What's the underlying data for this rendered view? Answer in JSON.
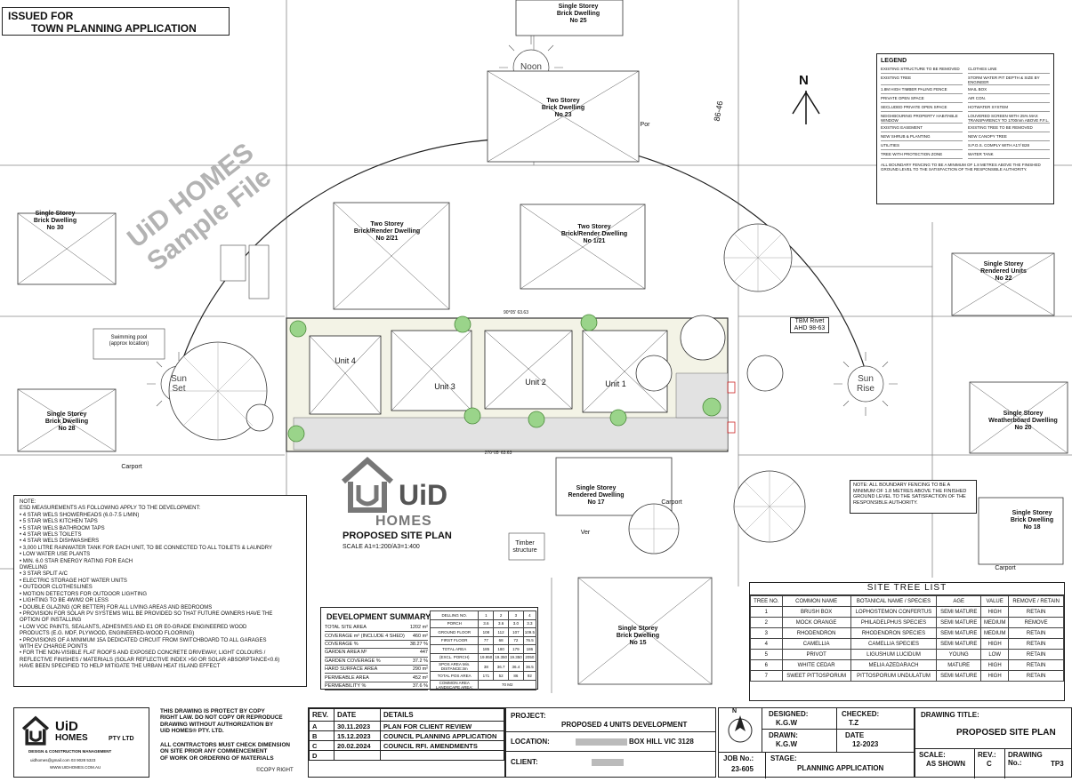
{
  "issued": {
    "line1": "ISSUED FOR",
    "line2": "TOWN PLANNING APPLICATION"
  },
  "watermark": "UiD HOMES\nSample  File",
  "sun": {
    "noon": "Noon",
    "set": "Sun\nSet",
    "rise": "Sun\nRise"
  },
  "north": "N",
  "bearing": "86-46",
  "labels": {
    "no25": "Single Storey\nBrick Dwelling\nNo 25",
    "no23": "Two Storey\nBrick Dwelling\nNo 23",
    "no30": "Single Storey\nBrick Dwelling\nNo 30",
    "no2_21": "Two Storey\nBrick/Render Dwelling\nNo 2/21",
    "no1_21": "Two Storey\nBrick/Render Dwelling\nNo 1/21",
    "no22": "Single Storey\nRendered Units\nNo 22",
    "no28": "Single Storey\nBrick Dwelling\nNo 28",
    "no20": "Single Storey\nWeatherboard Dwelling\nNo 20",
    "no17": "Single Storey\nRendered Dwelling\nNo 17",
    "no18": "Single Storey\nBrick Dwelling\nNo 18",
    "no15": "Single Storey\nBrick Dwelling\nNo 15",
    "unit1": "Unit 1",
    "unit2": "Unit 2",
    "unit3": "Unit 3",
    "unit4": "Unit 4",
    "pool": "Swimming pool\n(approx location)",
    "carport_w": "Carport",
    "carport_e": "Carport",
    "carport_s": "Carport",
    "timber": "Timber\nstructure",
    "tbm": "TBM Rivet\nAHD 98-63",
    "dim_n": "90°05'   63.63",
    "dim_s": "270°05'   63.63",
    "ver": "Ver",
    "por": "Por"
  },
  "legend": {
    "title": "LEGEND",
    "items": [
      "EXISTING STRUCTURE TO BE REMOVED",
      "CLOTHES LINE",
      "EXISTING TREE",
      "STORM WATER PIT DEPTH & SIZE BY ENGINEER",
      "1.8M HIGH TIMBER PALING FENCE",
      "MAIL BOX",
      "PRIVATE OPEN SPACE",
      "AIR CON.",
      "SECLUDED PRIVATE OPEN SPACE",
      "HOTWATER SYSTEM",
      "NEIGHBOURING PROPERTY HABITABLE WINDOW",
      "LOUVERED SCREEN WITH 25% MAX TRANSPARENCY TO 1700mm ABOVE F.F.L.",
      "EXISTING EASEMENT",
      "EXISTING TREE TO BE REMOVED",
      "NEW SHRUB & PLANTING",
      "NEW CANOPY TREE",
      "UTILITIES",
      "S.P.O.S. COMPLY WITH A17/ B28",
      "TREE WITH PROTECTION ZONE",
      "WATER TANK"
    ],
    "note": "ALL BOUNDARY FENCING TO BE A MINIMUM OF 1.8 METRES ABOVE THE FINISHED GROUND LEVEL TO THE SATISFACTION OF THE RESPONSIBLE AUTHORITY."
  },
  "note_main": {
    "text": "NOTE:\nESD MEASUREMENTS AS FOLLOWING APPLY TO THE DEVELOPMENT:\n• 4 STAR WELS SHOWERHEADS (6.0-7.5 L/MIN)\n• 5 STAR WELS KITCHEN TAPS\n• 5 STAR WELS BATHROOM TAPS\n• 4 STAR WELS TOILETS\n• 4 STAR WELS DISHWASHERS\n• 3,000 LITRE RAINWATER TANK FOR EACH UNIT, TO BE CONNECTED TO ALL TOILETS & LAUNDRY\n• LOW WATER USE PLANTS\n• MIN. 6.0 STAR ENERGY RATING FOR EACH\n   DWELLING\n• 3 STAR SPLIT A/C\n• ELECTRIC STORAGE HOT WATER UNITS\n• OUTDOOR CLOTHESLINES\n• MOTION DETECTORS FOR OUTDOOR LIGHTING\n• LIGHTING TO BE 4W/M2 OR LESS\n• DOUBLE GLAZING (OR BETTER) FOR ALL LIVING   AREAS AND BEDROOMS\n• PROVISION FOR SOLAR PV SYSTEMS WILL BE PROVIDED SO THAT FUTURE OWNERS HAVE THE\n   OPTION OF INSTALLING\n• LOW VOC PAINTS, SEALANTS, ADHESIVES AND   E1 OR E0-GRADE ENGINEERED WOOD\n   PRODUCTS (E.G. MDF, PLYWOOD,  ENGINEERED-WOOD FLOORING)\n• PROVISIONS OF A MINIMUM 15A DEDICATED CIRCUIT FROM SWITCHBOARD TO ALL GARAGES\n   WITH EV CHARGE POINTS\n• FOR THE NON-VISIBLE FLAT ROOFS AND EXPOSED CONCRETE DRIVEWAY, LIGHT COLOURS /\n   REFLECTIVE FINISHES / MATERIALS (SOLAR REFLECTIVE INDEX >50 OR SOLAR ABSORPTANCE<0.6)\n   HAVE BEEN SPECIFIED TO HELP MITIGATE THE URBAN HEAT ISLAND EFFECT"
  },
  "note_fence": "NOTE:\nALL BOUNDARY FENCING TO BE A MINIMUM OF 1.8 METRES ABOVE THE FINISHED GROUND LEVEL TO THE SATISFACTION OF THE RESPONSIBLE AUTHORITY.",
  "brand": {
    "uid": "UiD",
    "homes": "HOMES",
    "ptyltd": "PTY LTD",
    "sub": "DESIGN & CONSTRUCTION MANAGEMENT",
    "email": "uidhomes@gmail.com     03 9028 5323",
    "web": "WWW.UIDHOMES.COM.AU"
  },
  "plan_title": "PROPOSED SITE PLAN",
  "scale_note": "SCALE   A1=1:200/A3=1:400",
  "dev_summary": {
    "title": "DEVELOPMENT SUMMARY",
    "rows": [
      [
        "TOTAL SITE AREA",
        "1202 m²"
      ],
      [
        "COVERAGE m² (INCLUDE 4 SHED)",
        "460 m²"
      ],
      [
        "COVERAGE %",
        "38.27 %"
      ],
      [
        "GARDEN AREA M²",
        "447"
      ],
      [
        "GARDEN COVERAGE %",
        "37.2 %"
      ],
      [
        "HARD SURFACE AREA",
        "290 m²"
      ],
      [
        "PERMEABLE AREA",
        "452 m²"
      ],
      [
        "PERMEABILITY %",
        "37.6 %"
      ]
    ],
    "table": [
      [
        "DELLING NO.",
        "1",
        "2",
        "3",
        "4"
      ],
      [
        "PORCH",
        "3.6",
        "3.6",
        "3.0",
        "3.3"
      ],
      [
        "GROUND FLOOR",
        "108",
        "112",
        "107",
        "109.5"
      ],
      [
        "FIRST FLOOR",
        "77",
        "68",
        "72",
        "76.5"
      ],
      [
        "TOTAL AREA",
        "185",
        "180",
        "179",
        "186"
      ],
      [
        "(EXCL. PORCH)",
        "19.950",
        "19.350",
        "19.350",
        "2050"
      ],
      [
        "SPOS AREA Min. DISTANCE:3m",
        "38",
        "36.7",
        "36.4",
        "36.5"
      ],
      [
        "TOTAL POS AREA",
        "171",
        "52",
        "86",
        "92"
      ],
      [
        "COMMON AREA LANDSCAPE AREA:",
        "70  M2",
        "",
        "",
        ""
      ]
    ]
  },
  "tree_list": {
    "title": "SITE TREE  LIST",
    "headers": [
      "TREE NO.",
      "COMMON NAME",
      "BOTANICAL NAME / SPECIES",
      "AGE",
      "VALUE",
      "REMOVE / RETAIN"
    ],
    "rows": [
      [
        "1",
        "BRUSH BOX",
        "LOPHOSTEMON CONFERTUS",
        "SEMI MATURE",
        "HIGH",
        "RETAIN"
      ],
      [
        "2",
        "MOCK ORANGE",
        "PHILADELPHUS SPECIES",
        "SEMI MATURE",
        "MEDIUM",
        "REMOVE"
      ],
      [
        "3",
        "RHODENDRON",
        "RHODENDRON SPECIES",
        "SEMI MATURE",
        "MEDIUM",
        "RETAIN"
      ],
      [
        "4",
        "CAMELLIA",
        "CAMELLIA SPECIES",
        "SEMI MATURE",
        "HIGH",
        "RETAIN"
      ],
      [
        "5",
        "PRIVOT",
        "LIGUSHUM LUCIDUM",
        "YOUNG",
        "LOW",
        "RETAIN"
      ],
      [
        "6",
        "WHITE CEDAR",
        "MELIA AZEDARACH",
        "MATURE",
        "HIGH",
        "RETAIN"
      ],
      [
        "7",
        "SWEET PITTOSPORUM",
        "PITTOSPORUM UNDULATUM",
        "SEMI MATURE",
        "HIGH",
        "RETAIN"
      ]
    ]
  },
  "copyright": {
    "text1": "THIS DRAWING IS PROTECT BY COPY\nRIGHT LAW. DO NOT COPY OR REPRODUCE\nDRAWING  WITHOUT AUTHORIZATION BY\nUiD HOMES® PTY. LTD.",
    "text2": "ALL CONTRACTORS MUST CHECK DIMENSION\nON SITE PRIOR ANY COMMENCEMENT\nOF WORK OR ORDERING OF MATERIALS",
    "mark": "©COPY RIGHT"
  },
  "revisions": {
    "headers": [
      "REV.",
      "DATE",
      "DETAILS"
    ],
    "rows": [
      [
        "A",
        "30.11.2023",
        "PLAN FOR CLIENT REVIEW"
      ],
      [
        "B",
        "15.12.2023",
        "COUNCIL PLANNING APPLICATION"
      ],
      [
        "C",
        "20.02.2024",
        "COUNCIL RFI. AMENDMENTS"
      ],
      [
        "D",
        "",
        ""
      ]
    ]
  },
  "project": {
    "project_label": "PROJECT:",
    "project": "PROPOSED  4 UNITS DEVELOPMENT",
    "location_label": "LOCATION:",
    "location": "BOX HILL VIC 3128",
    "client_label": "CLIENT:"
  },
  "design": {
    "designed_label": "DESIGNED:",
    "designed": "K.G.W",
    "checked_label": "CHECKED:",
    "checked": "T.Z",
    "drawn_label": "DRAWN:",
    "drawn": "K.G.W",
    "date_label": "DATE",
    "date": "12-2023",
    "job_label": "JOB No.:",
    "job": "23-605",
    "stage_label": "STAGE:",
    "stage": "PLANNING APPLICATION"
  },
  "drawing": {
    "title_label": "DRAWING TITLE:",
    "title": "PROPOSED  SITE PLAN",
    "scale_label": "SCALE:",
    "scale": "AS SHOWN",
    "rev_label": "REV.:",
    "rev": "C",
    "no_label": "DRAWING\nNo.:",
    "no": "TP3"
  }
}
